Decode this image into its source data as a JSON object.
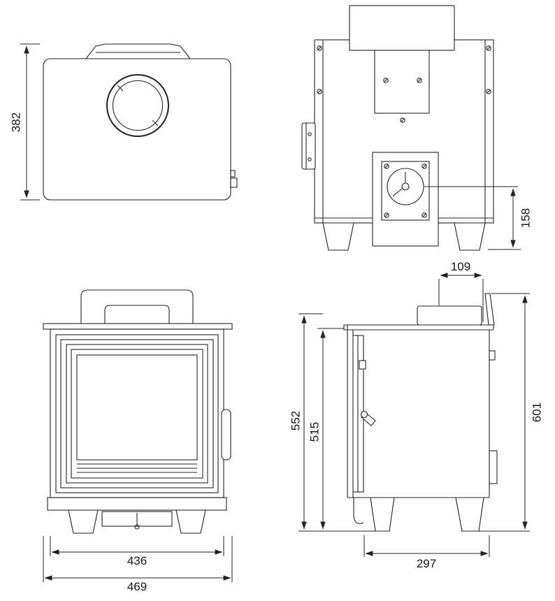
{
  "drawing": {
    "subject": "stove four-view dimension drawing",
    "background": "#ffffff",
    "line_color": "#222222",
    "views": {
      "top": {
        "position": "upper-left",
        "dimension_labels": [
          "382"
        ]
      },
      "rear": {
        "position": "upper-right",
        "dimension_labels": [
          "158"
        ]
      },
      "front": {
        "position": "lower-left",
        "dimension_labels": [
          "436",
          "469"
        ]
      },
      "side": {
        "position": "lower-right",
        "dimension_labels": [
          "109",
          "601",
          "552",
          "515",
          "297"
        ]
      }
    }
  },
  "labels": {
    "d382": "382",
    "d158": "158",
    "d109": "109",
    "d601": "601",
    "d552": "552",
    "d515": "515",
    "d297": "297",
    "d436": "436",
    "d469": "469"
  }
}
